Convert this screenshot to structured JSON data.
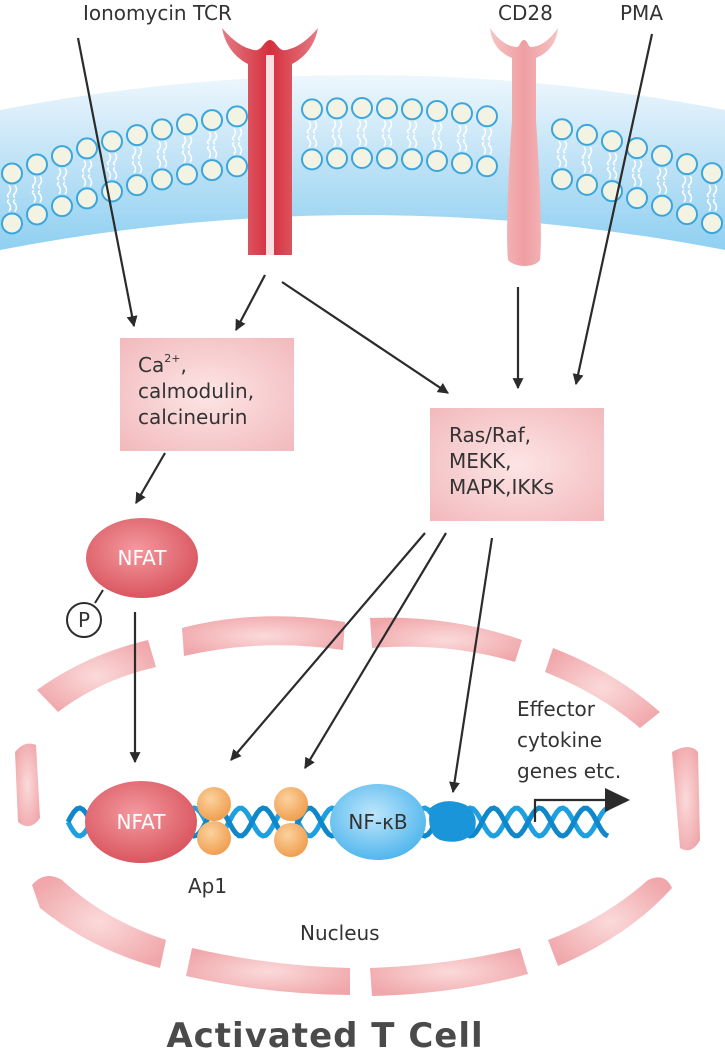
{
  "labels": {
    "ionomycin_tcr": "Ionomycin TCR",
    "cd28": "CD28",
    "pma": "PMA",
    "ca_box_line1_base": "Ca",
    "ca_box_line1_sup": "2+",
    "ca_box_line1_tail": ",",
    "ca_box_line2": "calmodulin,",
    "ca_box_line3": "calcineurin",
    "ras_box_line1": "Ras/Raf,",
    "ras_box_line2": "MEKK,",
    "ras_box_line3": "MAPK,IKKs",
    "nfat_top": "NFAT",
    "phospho": "P",
    "nfat_dna": "NFAT",
    "nfkb": "NF-κB",
    "ap1": "Ap1",
    "effector_line1": "Effector",
    "effector_line2": "cytokine",
    "effector_line3": "genes etc.",
    "nucleus": "Nucleus",
    "title": "Activated T Cell"
  },
  "colors": {
    "membrane": "#cfe8f7",
    "lipid_head": "#f3f3e4",
    "lipid_stroke": "#3aa6dc",
    "tcr": "#d8434f",
    "cd28": "#f2aeb0",
    "box": "#f7cfd1",
    "nfat": "#e06a73",
    "nfkb": "#6cc2ef",
    "ap1": "#f4ae6a",
    "dna": "#1d9fe0",
    "nucleus": "#f4b8bb",
    "arrow": "#2b2b2b"
  }
}
